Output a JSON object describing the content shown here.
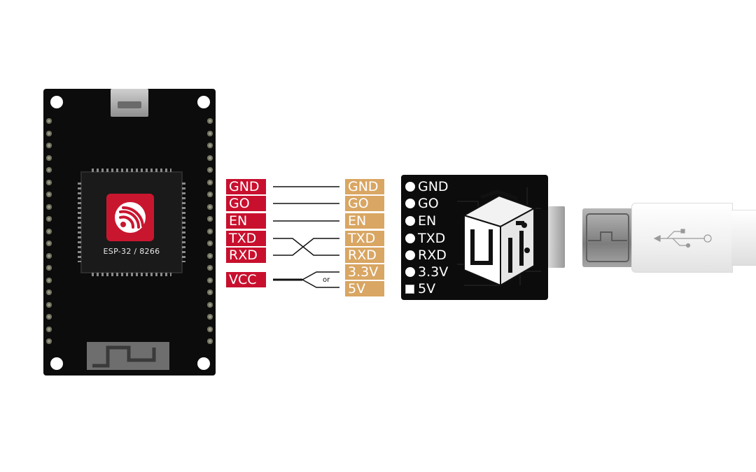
{
  "esp_board": {
    "chip_label": "ESP-32 / 8266"
  },
  "esp_pins": [
    "GND",
    "GO",
    "EN",
    "TXD",
    "RXD",
    "VCC"
  ],
  "adapter_pins": [
    "GND",
    "GO",
    "EN",
    "TXD",
    "RXD",
    "3.3V",
    "5V"
  ],
  "adapter_board_pins": [
    "GND",
    "GO",
    "EN",
    "TXD",
    "RXD",
    "3.3V",
    "5V"
  ],
  "vcc_junction_label": "or",
  "colors": {
    "esp_label": "#c8102e",
    "adapter_label": "#d9a663",
    "board": "#0c0c0c"
  },
  "icons": {
    "esp_logo": "espressif-logo-icon",
    "adapter_logo": "cube-logo-icon",
    "usb_symbol": "usb-symbol-icon"
  }
}
